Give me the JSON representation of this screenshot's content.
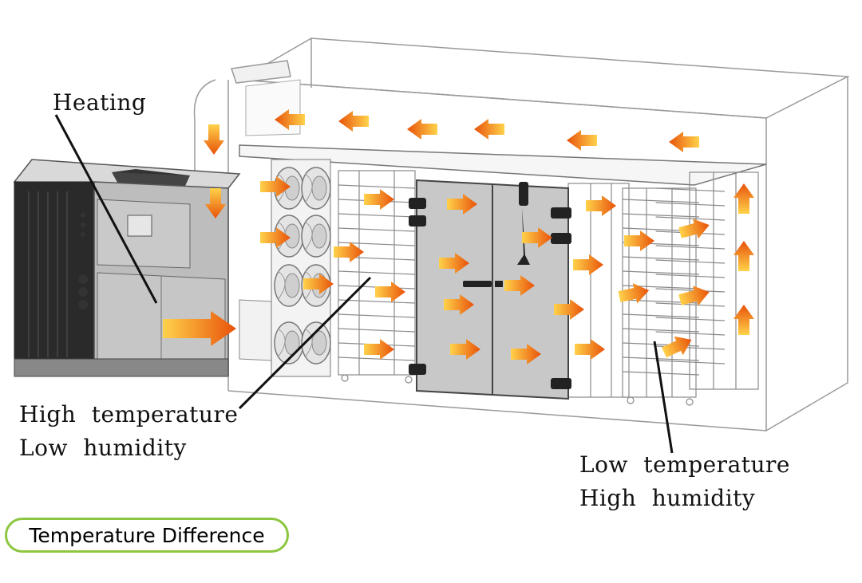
{
  "labels": {
    "heating": "Heating",
    "high_temp": [
      "High temperature",
      "Low humidity"
    ],
    "low_temp": [
      "Low temperature",
      "High humidity"
    ]
  },
  "badge": {
    "text": "Temperature Difference",
    "border_color": "#8cc63f"
  },
  "colors": {
    "arrow_light": "#ffd24a",
    "arrow_dark": "#e8520a",
    "outline": "#555555",
    "metal": "#8a8a8a"
  },
  "icons": {
    "airflow": "orange-arrow-icon",
    "fan": "fan-icon",
    "heat_pump": "heat-pump-unit",
    "rack": "tray-rack"
  }
}
